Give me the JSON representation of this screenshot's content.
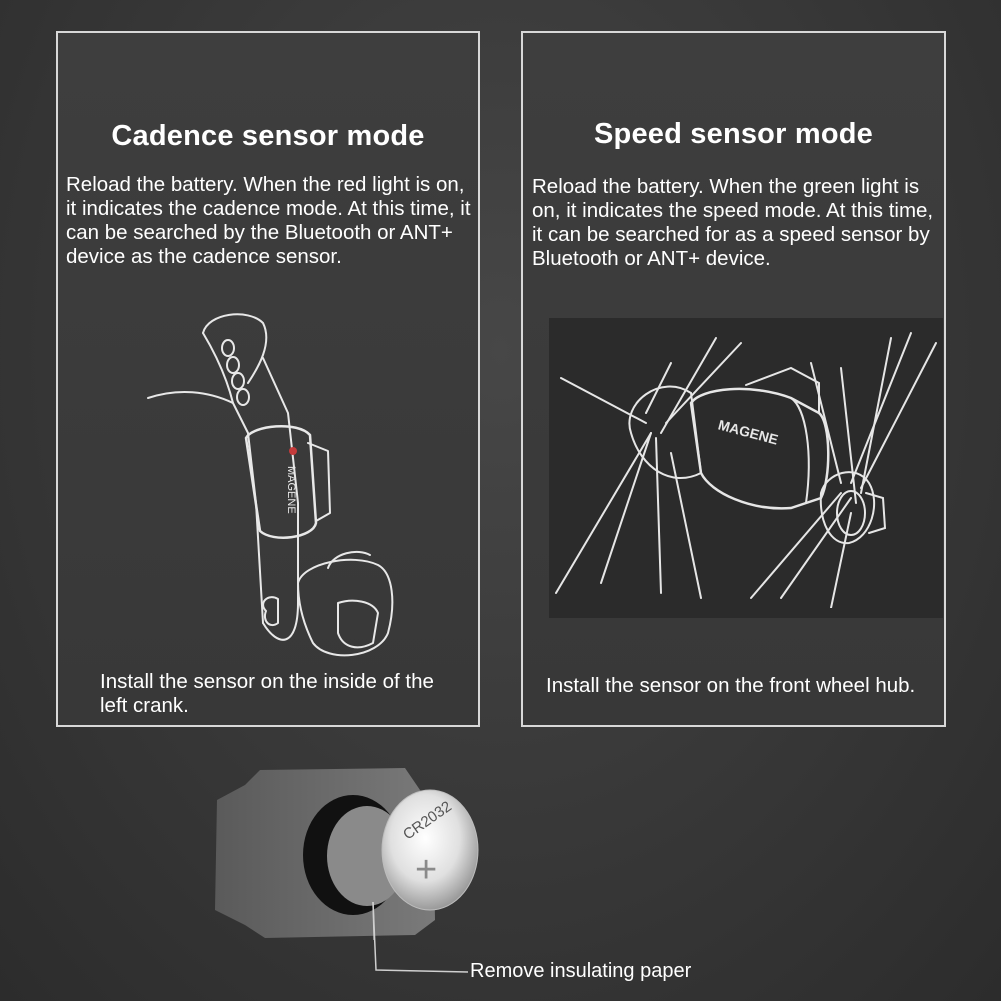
{
  "cadence_panel": {
    "title": "Cadence sensor mode",
    "description": "Reload the battery. When the red light is on, it indicates the cadence mode. At this time, it can be searched by the Bluetooth or ANT+ device as the cadence sensor.",
    "caption": "Install the sensor on the inside of the left crank."
  },
  "speed_panel": {
    "title": "Speed sensor mode",
    "description": "Reload the battery. When the green light is on, it indicates the speed mode. At this time, it can be searched for as a speed sensor by Bluetooth or ANT+ device.",
    "caption": "Install the sensor on the front wheel hub.",
    "sensor_brand": "MAGENE"
  },
  "battery_section": {
    "battery_label": "CR2032",
    "battery_symbol": "+",
    "callout": "Remove insulating paper"
  },
  "icons": [
    "crank-sensor-illustration",
    "wheel-hub-sensor-illustration",
    "coin-battery-illustration"
  ]
}
